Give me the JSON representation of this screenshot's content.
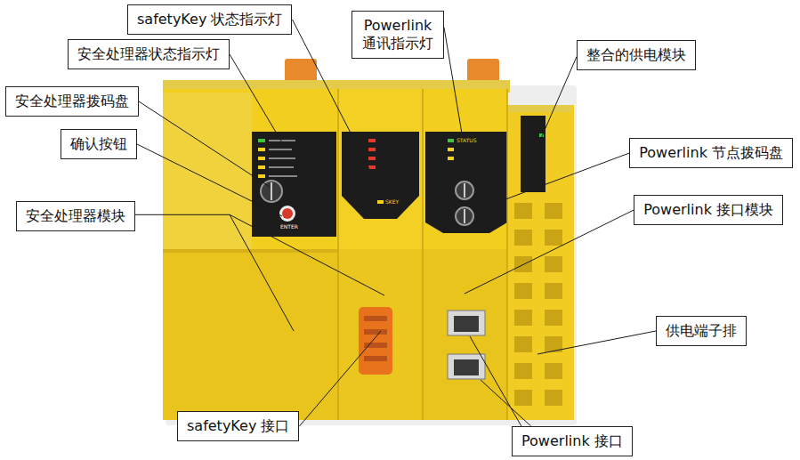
{
  "diagram": {
    "nodes": [
      {
        "text": [
          "safetyKey 状态指示灯"
        ]
      },
      {
        "text": [
          "Powerlink 通讯指示灯"
        ]
      },
      {
        "text": [
          "安全处理器状态指示灯"
        ]
      },
      {
        "text": [
          "整合的供电模块"
        ]
      },
      {
        "text": [
          "安全处理器拨码盘"
        ]
      },
      {
        "text": [
          "确认按钮"
        ]
      },
      {
        "text": [
          "Powerlink 节点拨码盘"
        ]
      },
      {
        "text": [
          "安全处理器模块"
        ]
      },
      {
        "text": [
          "Powerlink 接口模块"
        ]
      },
      {
        "text": [
          "供电端子排"
        ]
      },
      {
        "text": [
          "safetyKey 接口"
        ]
      },
      {
        "text": [
          "Powerlink 接口"
        ]
      }
    ],
    "labels": [
      "ENTER",
      "SKEY",
      "STATUS"
    ]
  }
}
